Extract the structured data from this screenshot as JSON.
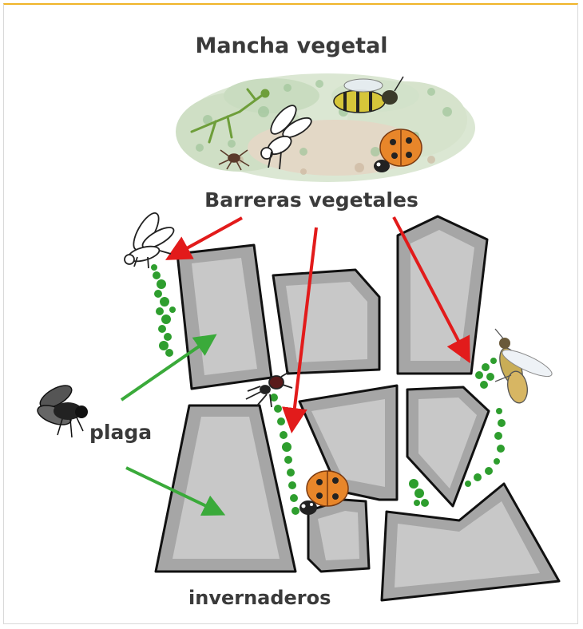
{
  "labels": {
    "vegetation_patch": "Mancha vegetal",
    "plant_barriers": "Barreras vegetales",
    "pest": "plaga",
    "greenhouses": "invernaderos"
  },
  "colors": {
    "frame_accent": "#f0b429",
    "greenhouse_outer": "#a6a6a6",
    "greenhouse_inner": "#c8c8c8",
    "greenhouse_stroke": "#111111",
    "hedge": "#2e9e2e",
    "red_arrow": "#e21b1b",
    "green_arrow": "#3aaa3a",
    "text": "#3a3a3a"
  },
  "icons": {
    "mantis": "mantis-icon",
    "hoverfly": "hoverfly-icon",
    "wasp": "wasp-icon",
    "ladybug": "ladybug-icon",
    "spider": "spider-icon",
    "lacewing": "lacewing-icon",
    "pest_fly": "fly-icon"
  }
}
